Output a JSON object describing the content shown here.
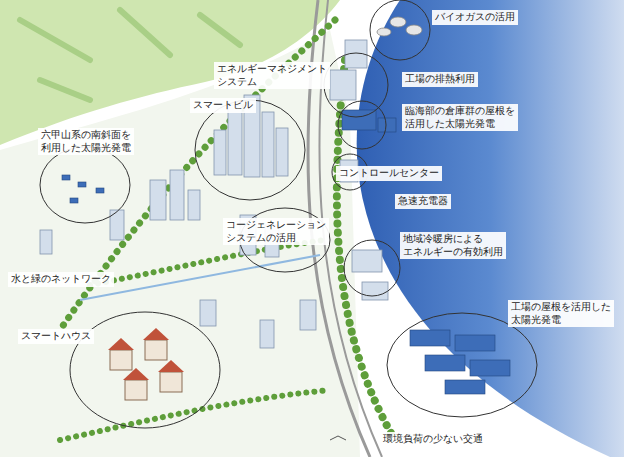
{
  "diagram": {
    "labels": [
      "バイオガスの活用",
      "工場の排熱利用",
      "臨海部の倉庫群の屋根を 活用した太陽光発電",
      "コントロールセンター",
      "急速充電器",
      "地域冷暖房による エネルギーの有効利用",
      "工場の屋根を活用した 太陽光発電",
      "環境負荷の少ない交通",
      "エネルギーマネジメント システム",
      "スマートビル",
      "六甲山系の南斜面を 利用した太陽光発電",
      "水と緑のネットワーク",
      "スマートハウス",
      "コージェネレーション システムの活用"
    ]
  }
}
